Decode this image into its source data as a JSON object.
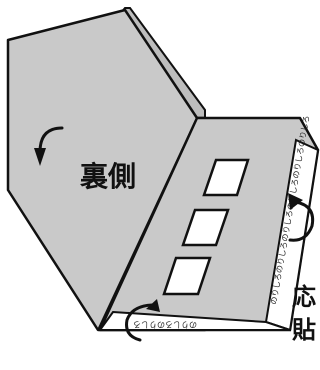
{
  "colors": {
    "panel_fill": "#c9c9c9",
    "panel_edge": "#bdbdbd",
    "outline": "#111111",
    "window": "#ffffff",
    "arrow": "#111111"
  },
  "left_panel": {
    "label": "裏側",
    "icon": "curved-arrow-icon"
  },
  "right_panel": {
    "window_count": 3,
    "glue_strip_side_text": "のりしろのりしろのりしろのりしろのりしろのりしろ",
    "glue_strip_bottom_text": "のりしろのりしろ",
    "arrow_icons": [
      "curved-arrow-icon",
      "curved-arrow-icon"
    ]
  },
  "side_label": {
    "line1": "応",
    "line2": "貼"
  }
}
